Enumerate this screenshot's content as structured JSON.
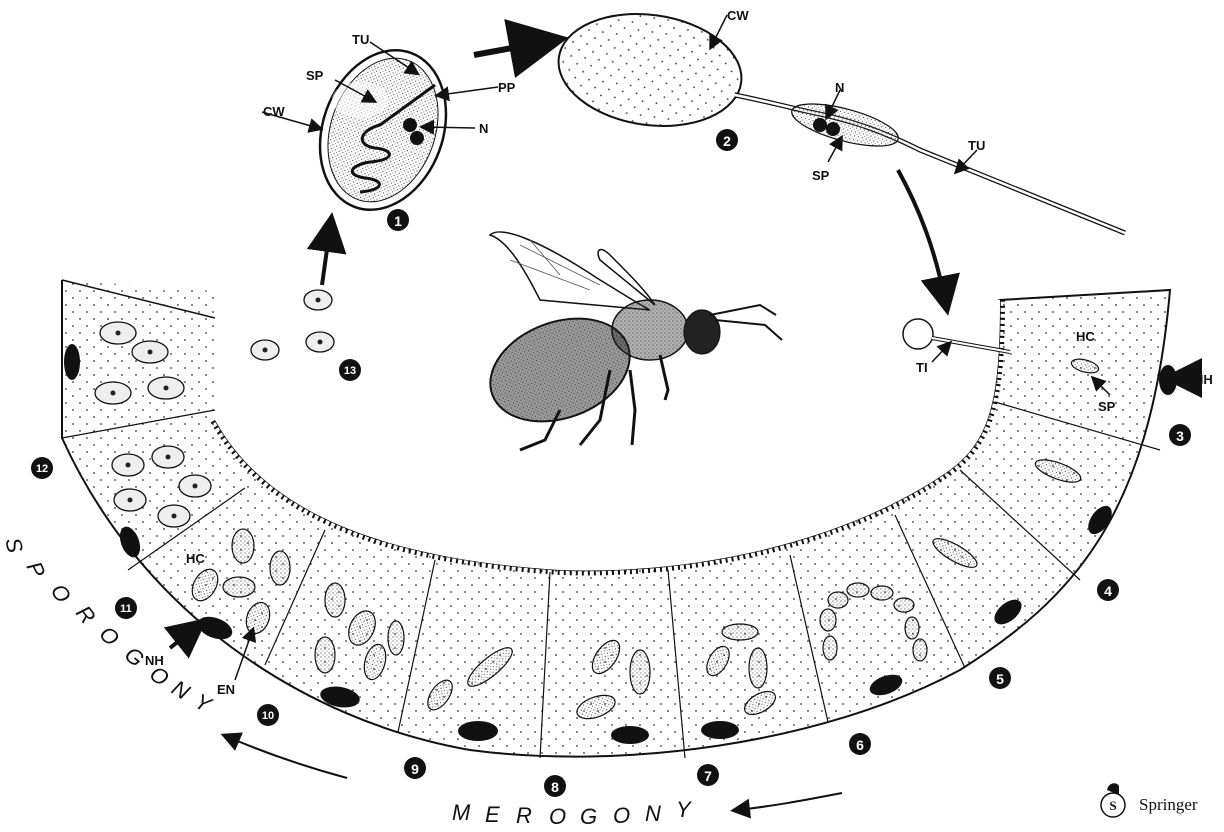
{
  "labels": {
    "cw": "CW",
    "tu": "TU",
    "sp": "SP",
    "pp": "PP",
    "n": "N",
    "hc": "HC",
    "nh": "NH",
    "ti": "TI",
    "en": "EN"
  },
  "stages": [
    "1",
    "2",
    "3",
    "4",
    "5",
    "6",
    "7",
    "8",
    "9",
    "10",
    "11",
    "12",
    "13"
  ],
  "phases": {
    "sporogony": [
      "S",
      "P",
      "O",
      "R",
      "O",
      "G",
      "O",
      "N",
      "Y"
    ],
    "merogony": [
      "M",
      "E",
      "R",
      "O",
      "G",
      "O",
      "N",
      "Y"
    ]
  },
  "publisher": "Springer",
  "colors": {
    "ink": "#111111",
    "paper": "#ffffff"
  }
}
